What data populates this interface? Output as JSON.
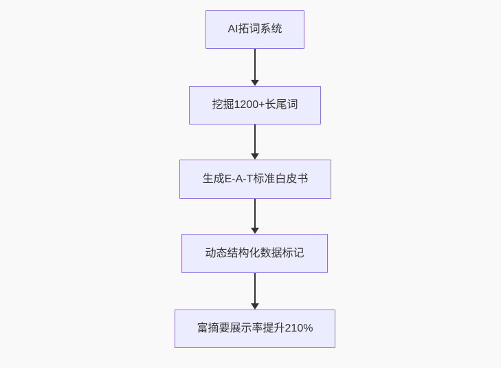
{
  "diagram": {
    "type": "flowchart",
    "direction": "top-down",
    "nodes": [
      {
        "id": "n1",
        "label": "AI拓词系统"
      },
      {
        "id": "n2",
        "label": "挖掘1200+长尾词"
      },
      {
        "id": "n3",
        "label": "生成E-A-T标准白皮书"
      },
      {
        "id": "n4",
        "label": "动态结构化数据标记"
      },
      {
        "id": "n5",
        "label": "富摘要展示率提升210%"
      }
    ],
    "edges": [
      {
        "from": "n1",
        "to": "n2"
      },
      {
        "from": "n2",
        "to": "n3"
      },
      {
        "from": "n3",
        "to": "n4"
      },
      {
        "from": "n4",
        "to": "n5"
      }
    ],
    "colors": {
      "node_fill": "#ECECFF",
      "node_border": "#9370DB",
      "node_text": "#333333",
      "arrow": "#333333",
      "background": "#F9F9F9"
    }
  }
}
